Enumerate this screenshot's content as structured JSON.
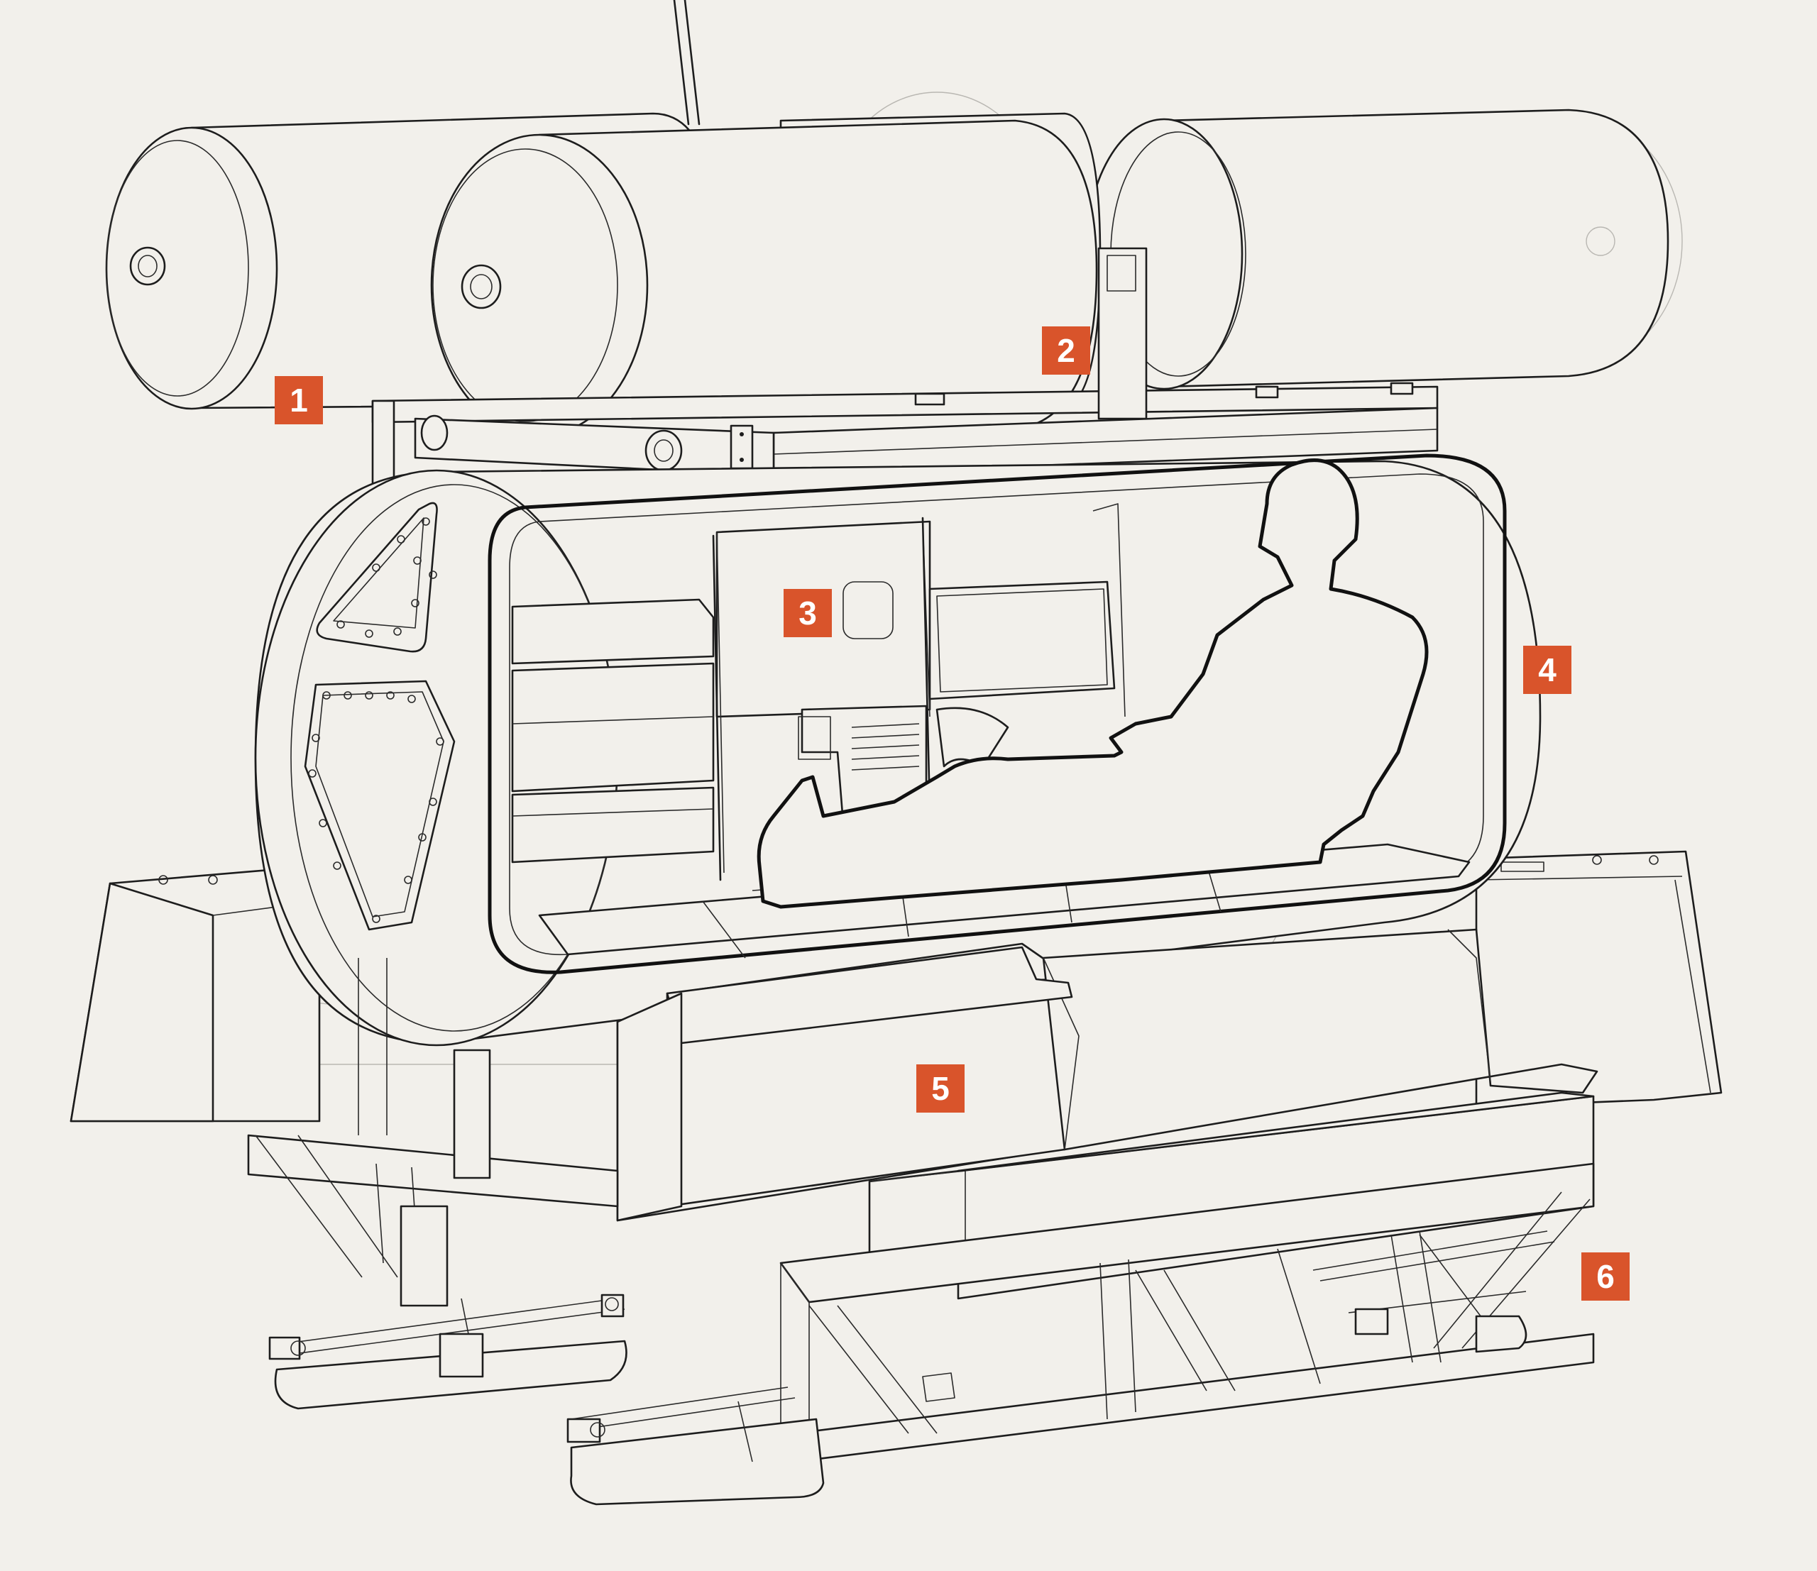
{
  "callouts": [
    {
      "id": "1",
      "label": "1"
    },
    {
      "id": "2",
      "label": "2"
    },
    {
      "id": "3",
      "label": "3"
    },
    {
      "id": "4",
      "label": "4"
    },
    {
      "id": "5",
      "label": "5"
    },
    {
      "id": "6",
      "label": "6"
    }
  ],
  "colors": {
    "background": "#f2f0eb",
    "line": "#1d1d1d",
    "ghost_line": "#b9b7b2",
    "callout_fill": "#d9542b",
    "callout_text": "#ffffff"
  }
}
